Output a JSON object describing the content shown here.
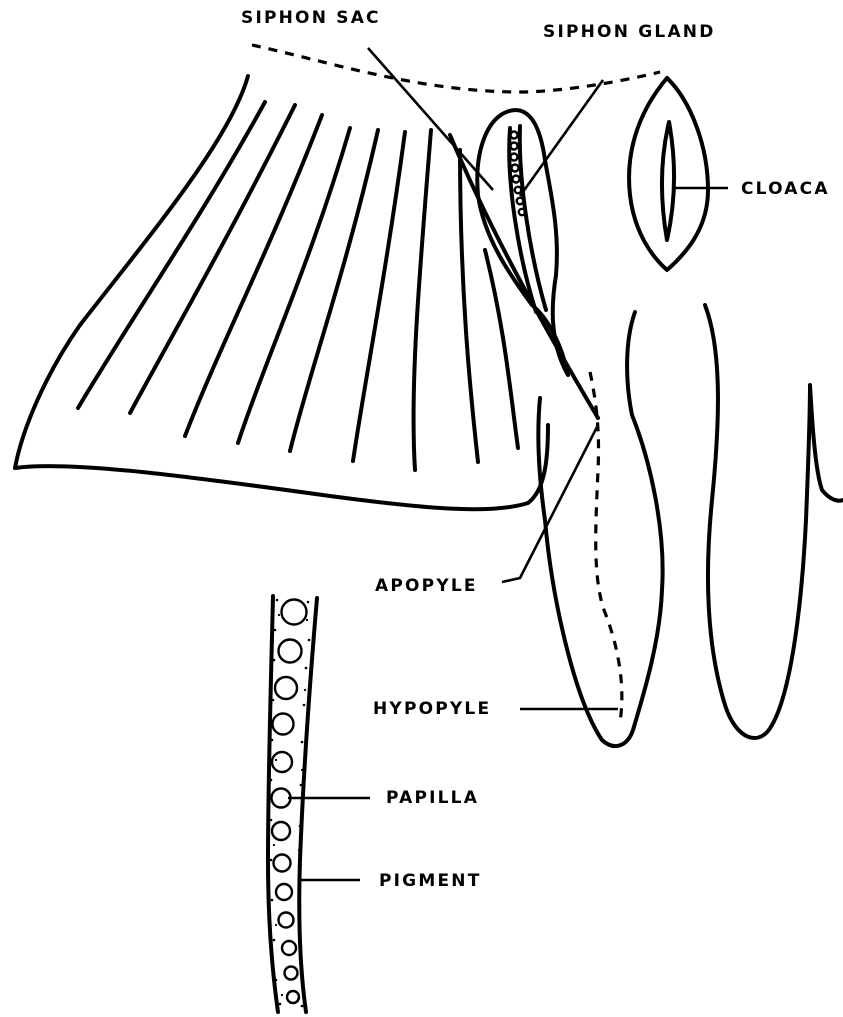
{
  "labels": {
    "siphon_sac": "SIPHON SAC",
    "siphon_gland": "SIPHON GLAND",
    "cloaca": "CLOACA",
    "apopyle": "APOPYLE",
    "hypopyle": "HYPOPYLE",
    "papilla": "PAPILLA",
    "pigment": "PIGMENT"
  },
  "colors": {
    "ink": "#000000",
    "background": "#ffffff"
  }
}
